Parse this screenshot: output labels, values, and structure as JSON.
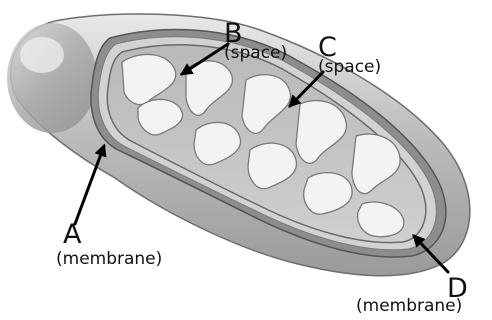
{
  "labels": {
    "a": {
      "letter": "A",
      "text": "(membrane)"
    },
    "b": {
      "letter": "B",
      "text": "(space)"
    },
    "c": {
      "letter": "C",
      "text": "(space)"
    },
    "d": {
      "letter": "D",
      "text": "(membrane)"
    }
  }
}
